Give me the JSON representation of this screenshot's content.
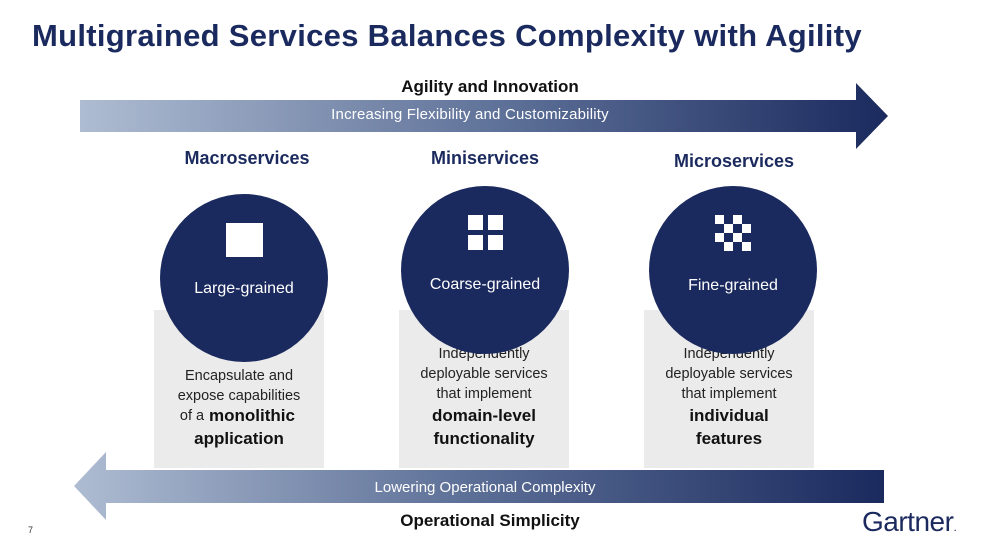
{
  "slide": {
    "title": "Multigrained Services Balances Complexity with Agility",
    "page_number": "7",
    "logo": "Gartner"
  },
  "top_arrow": {
    "label": "Agility and Innovation",
    "subtitle": "Increasing Flexibility and Customizability",
    "direction": "right"
  },
  "bottom_arrow": {
    "label": "Operational Simplicity",
    "subtitle": "Lowering Operational Complexity",
    "direction": "left"
  },
  "columns": [
    {
      "title": "Macroservices",
      "circle_label": "Large-grained",
      "icon": "single-square-icon",
      "desc_normal": [
        "Encapsulate and",
        "expose capabilities",
        "of a"
      ],
      "desc_bold": [
        "monolithic",
        "application"
      ]
    },
    {
      "title": "Miniservices",
      "circle_label": "Coarse-grained",
      "icon": "four-square-grid-icon",
      "desc_normal": [
        "Independently",
        "deployable services",
        "that implement"
      ],
      "desc_bold": [
        "domain-level",
        "functionality"
      ]
    },
    {
      "title": "Microservices",
      "circle_label": "Fine-grained",
      "icon": "checkerboard-icon",
      "desc_normal": [
        "Independently",
        "deployable services",
        "that implement"
      ],
      "desc_bold": [
        "individual",
        "features"
      ]
    }
  ],
  "colors": {
    "navy": "#1b2a5e",
    "arrow_light": "#a9b8cf",
    "box_gray": "#ebebeb"
  }
}
